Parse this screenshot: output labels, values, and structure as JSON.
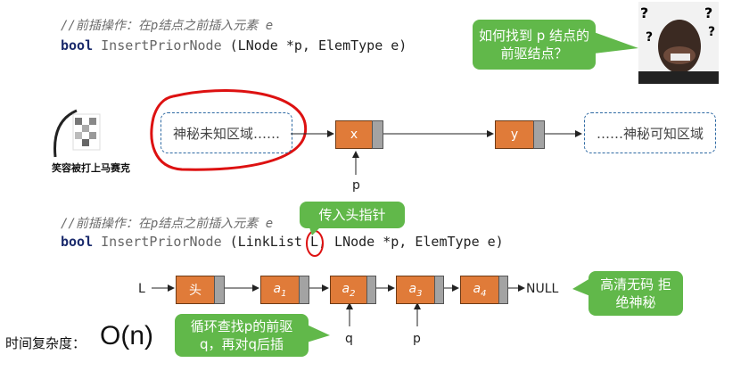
{
  "section1": {
    "comment": "//前插操作：在p结点之前插入元素 e",
    "code_kw": "bool",
    "code_fn": "InsertPriorNode",
    "code_args": "(LNode *p, ElemType e)"
  },
  "bubble_top": "如何找到 p 结点的前驱结点？",
  "emoji_caption": "笑容被打上马赛克",
  "diagram1": {
    "unknown_left": "神秘未知区域……",
    "node_x": "x",
    "node_y": "y",
    "unknown_right": "……神秘可知区域",
    "p_label": "p"
  },
  "section2": {
    "comment": "//前插操作：在p结点之前插入元素 e",
    "code_kw": "bool",
    "code_fn": "InsertPriorNode",
    "code_args_a": "(LinkList ",
    "code_args_L": "L",
    "code_args_b": ", LNode *p, ElemType e)"
  },
  "bubble_head": "传入头指针",
  "diagram2": {
    "L_label": "L",
    "head": "头",
    "nodes": [
      "a1",
      "a2",
      "a3",
      "a4"
    ],
    "null_label": "NULL",
    "q_label": "q",
    "p_label": "p"
  },
  "bubble_right": "高清无码 拒绝神秘",
  "bubble_bottom": "循环查找p的前驱 q，再对q后插",
  "complexity_label": "时间复杂度：",
  "complexity_value": "O(n)"
}
